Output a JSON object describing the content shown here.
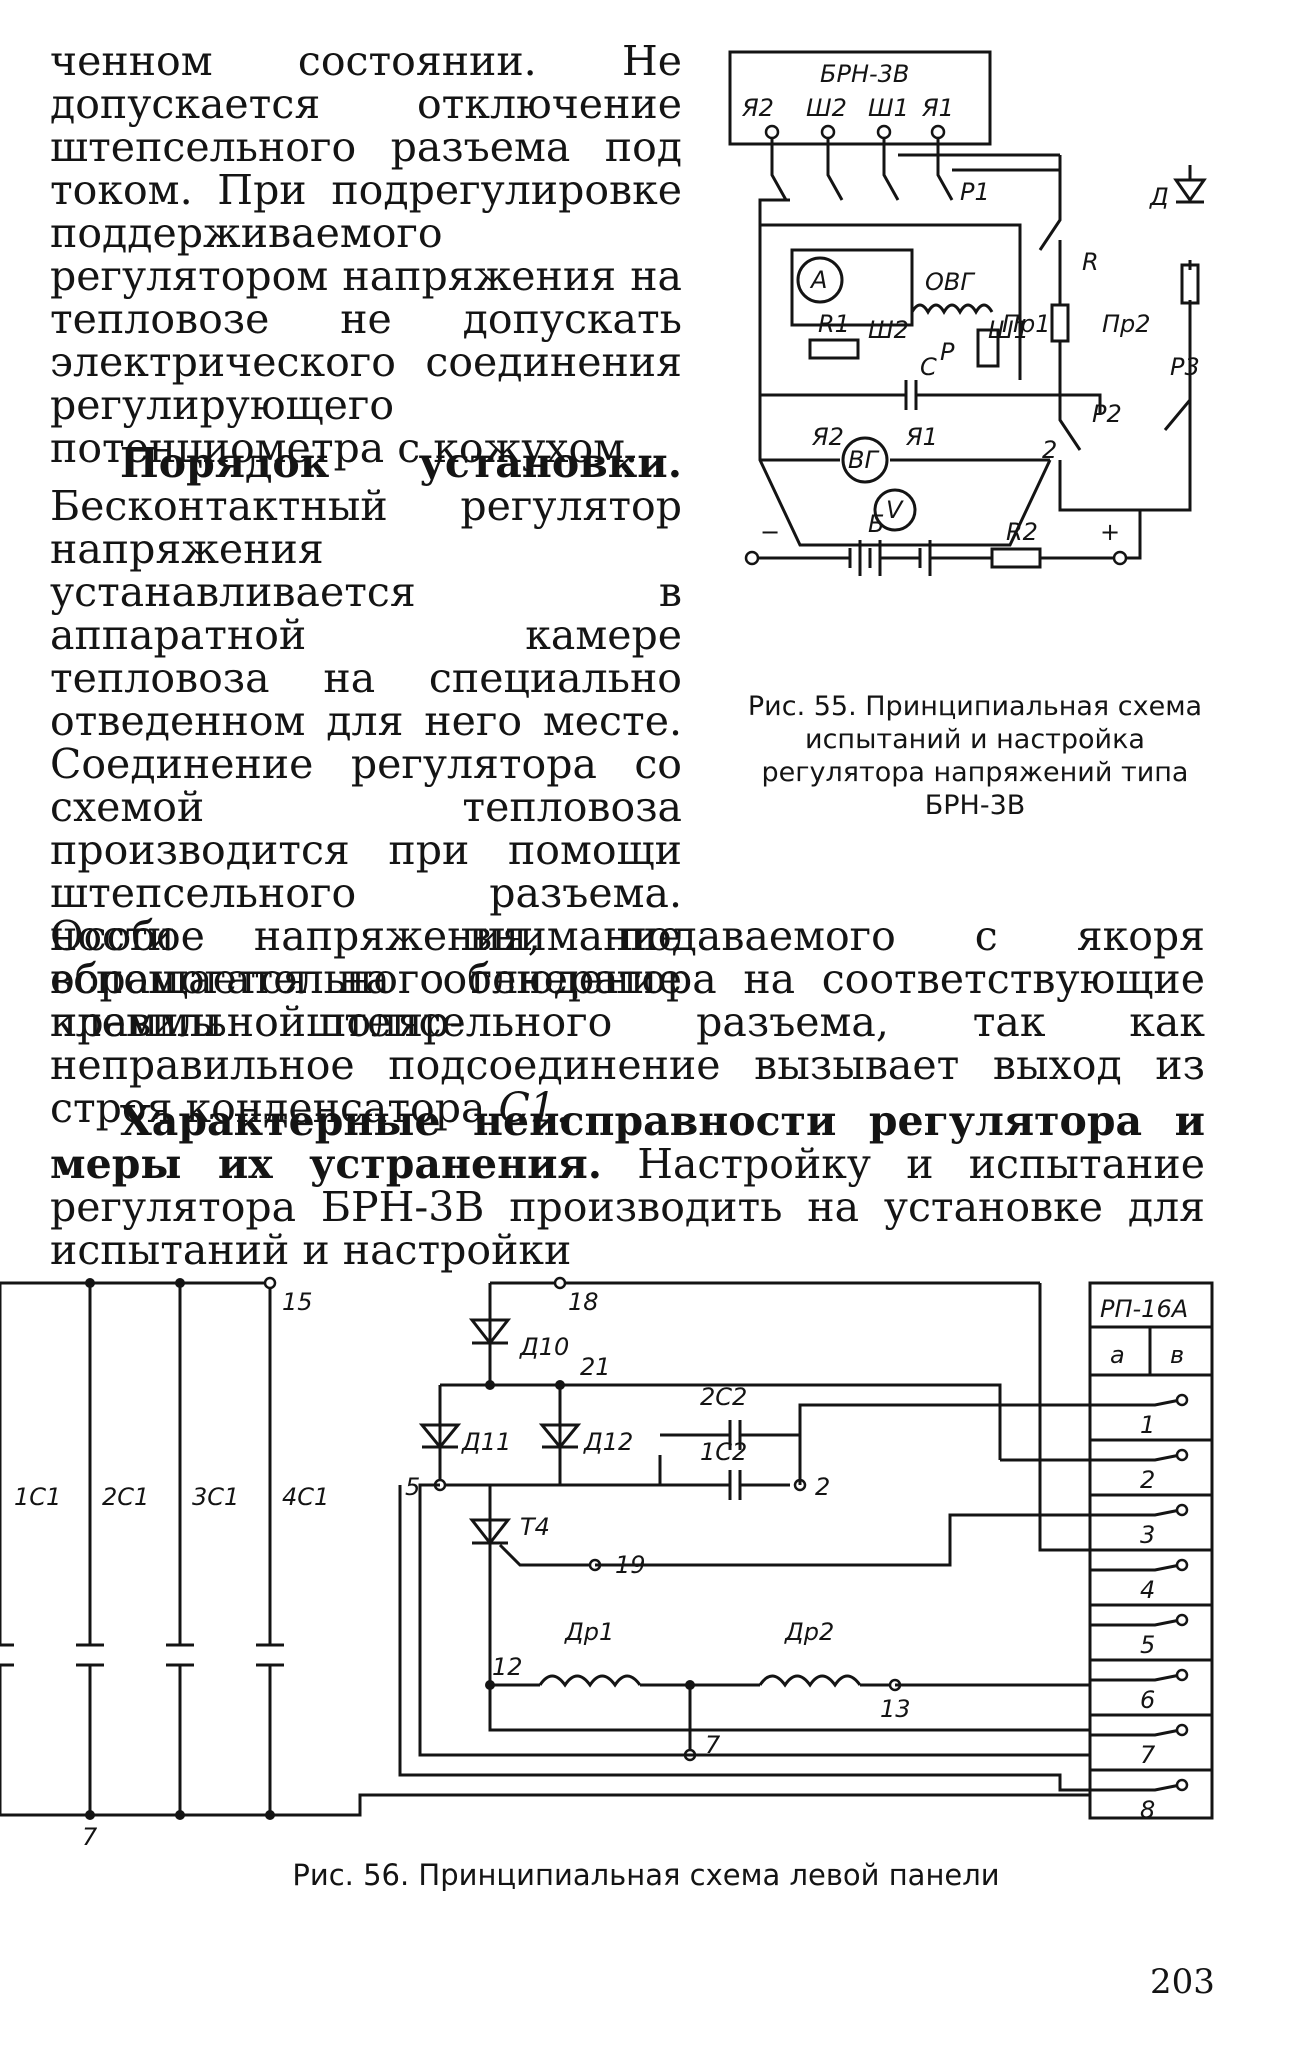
{
  "text": {
    "p1": "ченном состоянии. Не допускается отключение штепсельного разъема под током. При подрегулировке поддерживаемого регулятором напряжения на тепловозе не допускать электрического соединения регулирующего потенциометра с кожухом.",
    "p2_head": "Порядок установки.",
    "p2_body": " Бесконтактный регулятор напряжения устанавливается в аппаратной камере тепловоза на специально отведенном для него месте. Соединение регулятора со схемой тепловоза производится при помощи штепсельного разъема. Особое внимание обращается на соблюдение правильной поляр-",
    "p2_tail": "ности напряжения, подаваемого с якоря вспомогательного генератора на соответствующие клеммы штепсельного разъема, так как неправильное подсоединение вызывает выход из строя конденсатора ",
    "p2_tail_end": "C1.",
    "p3_head": "Характерные неисправности регулятора и меры их устранения.",
    "p3_body": " Настройку и испытание регулятора БРН-3В производить на установке для испытаний и настройки"
  },
  "fig55": {
    "caption": "Рис. 55. Принципиальная схема испытаний и настройка регулятора напряжений типа БРН-3В",
    "labels": {
      "brn": "БРН-3В",
      "ya2": "Я2",
      "sh2": "Ш2",
      "sh1": "Ш1",
      "ya1": "Я1",
      "p1": "Р1",
      "d": "Д",
      "r": "R",
      "a": "А",
      "ovg": "ОВГ",
      "r1": "R1",
      "p": "Р",
      "pr1": "Пр1",
      "pr2": "Пр2",
      "c": "С",
      "p3": "Р3",
      "vg": "ВГ",
      "p2": "Р2",
      "two": "2",
      "v": "V",
      "minus": "−",
      "b": "Б",
      "r2": "R2",
      "plus": "+"
    }
  },
  "fig56": {
    "caption": "Рис. 56. Принципиальная схема левой панели",
    "labels": {
      "c1": "1С1",
      "c2": "2С1",
      "c3": "3С1",
      "c4": "4С1",
      "n15": "15",
      "n7a": "7",
      "n18": "18",
      "d10": "Д10",
      "n21": "21",
      "c2c2": "2С2",
      "c1c2": "1С2",
      "d11": "Д11",
      "d12": "Д12",
      "n5": "5",
      "n2": "2",
      "t4": "Т4",
      "n19": "19",
      "dr1": "Др1",
      "dr2": "Др2",
      "n12": "12",
      "n13": "13",
      "n7b": "7",
      "rp": "РП-16А",
      "col_a": "а",
      "col_b": "в",
      "pins": [
        "1",
        "2",
        "3",
        "4",
        "5",
        "6",
        "7",
        "8"
      ]
    }
  },
  "page_number": "203"
}
